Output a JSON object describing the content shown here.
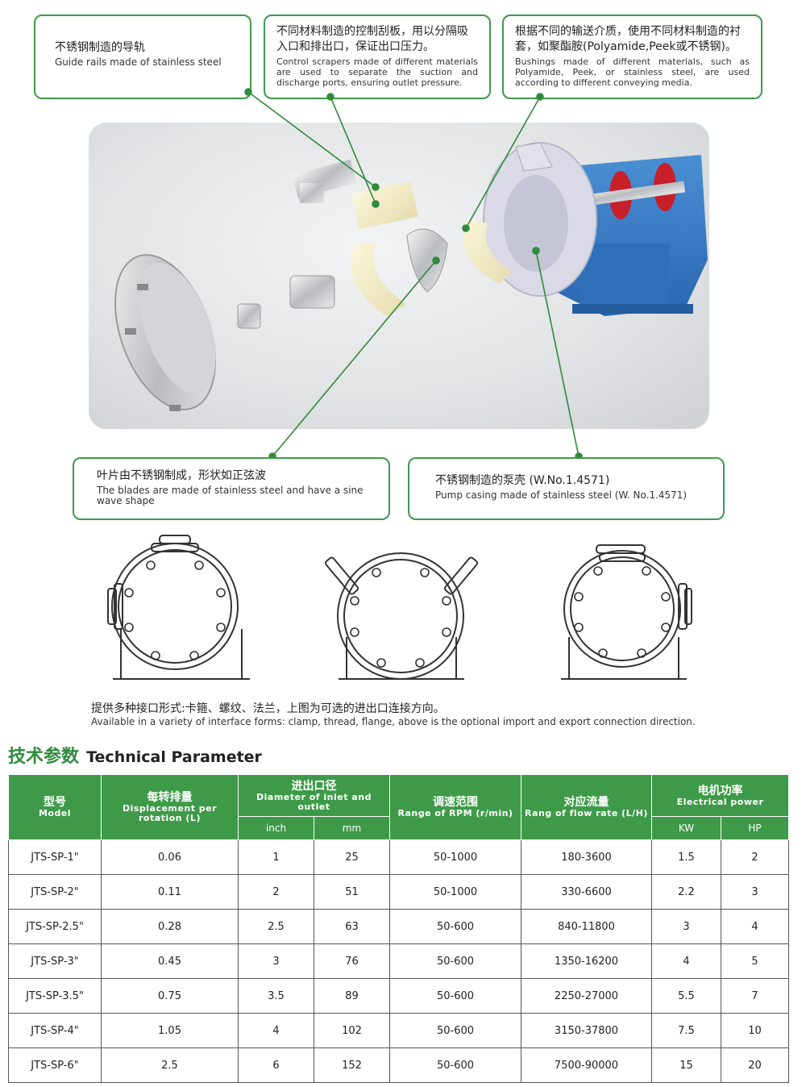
{
  "callouts": {
    "rails": {
      "zh": "不锈钢制造的导轨",
      "en": "Guide rails made of stainless steel"
    },
    "scrapers": {
      "zh": "不同材料制造的控制刮板，用以分隔吸入口和排出口，保证出口压力。",
      "en": "Control scrapers made of different materials are used to separate the suction and discharge ports, ensuring outlet pressure."
    },
    "bushings": {
      "zh": "根据不同的输送介质，使用不同材料制造的衬套，如聚酯胺(Polyamide,Peek或不锈钢)。",
      "en": "Bushings made of different materials, such as Polyamide, Peek, or stainless steel, are used according to different conveying media."
    },
    "blades": {
      "zh": "叶片由不锈钢制成，形状如正弦波",
      "en": "The blades are made of stainless steel and have a sine wave shape"
    },
    "casing": {
      "zh": "不锈钢制造的泵壳 (W.No.1.4571)",
      "en": "Pump casing made of stainless steel (W. No.1.4571)"
    }
  },
  "note": {
    "zh": "提供多种接口形式:卡箍、螺纹、法兰，上图为可选的进出口连接方向。",
    "en": "Available in a variety of interface forms: clamp, thread, flange, above is the optional import and export connection direction."
  },
  "section": {
    "zh": "技术参数",
    "en": "Technical Parameter"
  },
  "table": {
    "headers": {
      "model": {
        "zh": "型号",
        "en": "Model"
      },
      "displacement": {
        "zh": "每转排量",
        "en": "Displacement per rotation (L)"
      },
      "diameter": {
        "zh": "进出口径",
        "en": "Diameter of inlet and outlet",
        "inch": "inch",
        "mm": "mm"
      },
      "rpm": {
        "zh": "调速范围",
        "en": "Range of RPM (r/min)"
      },
      "flow": {
        "zh": "对应流量",
        "en": "Rang of flow rate (L/H)"
      },
      "power": {
        "zh": "电机功率",
        "en": "Electrical power",
        "kw": "KW",
        "hp": "HP"
      }
    },
    "rows": [
      [
        "JTS-SP-1\"",
        "0.06",
        "1",
        "25",
        "50-1000",
        "180-3600",
        "1.5",
        "2"
      ],
      [
        "JTS-SP-2\"",
        "0.11",
        "2",
        "51",
        "50-1000",
        "330-6600",
        "2.2",
        "3"
      ],
      [
        "JTS-SP-2.5\"",
        "0.28",
        "2.5",
        "63",
        "50-600",
        "840-11800",
        "3",
        "4"
      ],
      [
        "JTS-SP-3\"",
        "0.45",
        "3",
        "76",
        "50-600",
        "1350-16200",
        "4",
        "5"
      ],
      [
        "JTS-SP-3.5\"",
        "0.75",
        "3.5",
        "89",
        "50-600",
        "2250-27000",
        "5.5",
        "7"
      ],
      [
        "JTS-SP-4\"",
        "1.05",
        "4",
        "102",
        "50-600",
        "3150-37800",
        "7.5",
        "10"
      ],
      [
        "JTS-SP-6\"",
        "2.5",
        "6",
        "152",
        "50-600",
        "7500-90000",
        "15",
        "20"
      ]
    ]
  }
}
